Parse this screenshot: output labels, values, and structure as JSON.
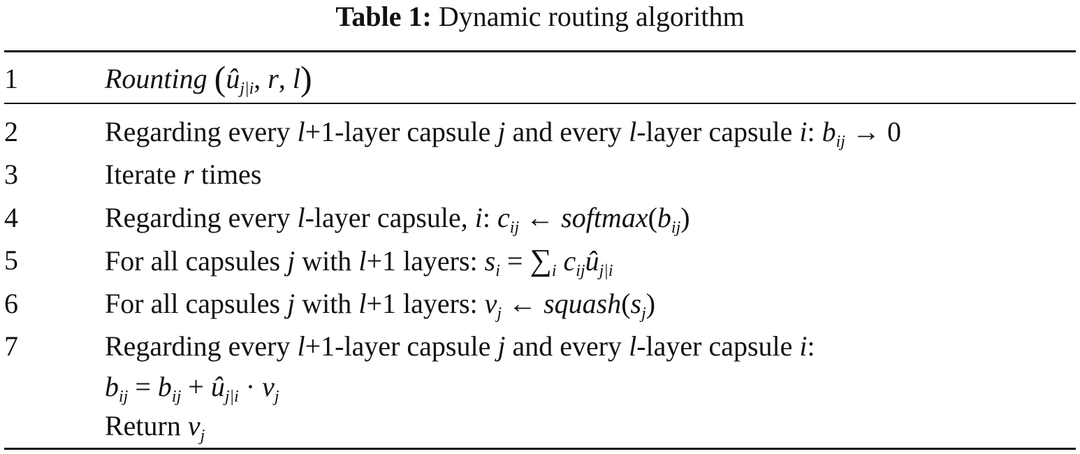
{
  "caption": {
    "label": "Table 1:",
    "title": "Dynamic routing algorithm"
  },
  "rows": [
    {
      "num": "1",
      "text": "Rounting (ûj|i, r, l)"
    },
    {
      "num": "2",
      "text": "Regarding every l+1-layer capsule j and every l-layer capsule i: bij → 0"
    },
    {
      "num": "3",
      "text": "Iterate r times"
    },
    {
      "num": "4",
      "text": "Regarding every l-layer capsule, i: cij ← softmax(bij)"
    },
    {
      "num": "5",
      "text": "For all capsules j with l+1 layers: si = ∑i cijûj|i"
    },
    {
      "num": "6",
      "text": "For all capsules j with l+1 layers: vj ← squash(sj)"
    },
    {
      "num": "7",
      "text": "Regarding every l+1-layer capsule j and every l-layer capsule i:",
      "continuation": [
        "bij = bij + ûj|i · vj",
        "Return vj"
      ]
    }
  ]
}
